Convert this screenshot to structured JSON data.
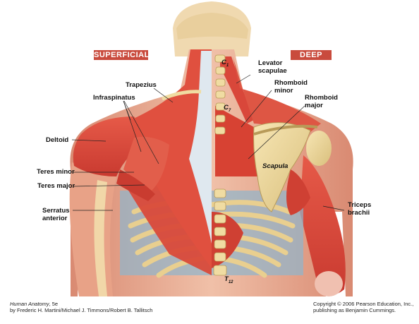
{
  "tags": {
    "superficial": "SUPERFICIAL",
    "deep": "DEEP"
  },
  "labels": {
    "trapezius": "Trapezius",
    "infraspinatus": "Infraspinatus",
    "deltoid": "Deltoid",
    "teres_minor": "Teres minor",
    "teres_major": "Teres major",
    "serratus_1": "Serratus",
    "serratus_2": "anterior",
    "levator_1": "Levator",
    "levator_2": "scapulae",
    "rh_minor_1": "Rhomboid",
    "rh_minor_2": "minor",
    "rh_major_1": "Rhomboid",
    "rh_major_2": "major",
    "scapula": "Scapula",
    "triceps_1": "Triceps",
    "triceps_2": "brachii",
    "c1": "C",
    "c7": "C",
    "t12": "T"
  },
  "footer": {
    "book": "Human Anatomy",
    "edition": ", 5e",
    "authors": "by Frederic H. Martini/Michael J. Timmons/Robert B. Tallitsch",
    "copyright": "Copyright © 2006 Pearson Education, Inc.,",
    "publisher": "publishing as Benjamin Cummings."
  },
  "colors": {
    "muscle": "#d9473a",
    "muscle_light": "#e86a57",
    "bone": "#f2dca0",
    "skin": "#e9b09a",
    "fascia": "#dfe6ec",
    "tag_bg": "#c94b3d"
  }
}
